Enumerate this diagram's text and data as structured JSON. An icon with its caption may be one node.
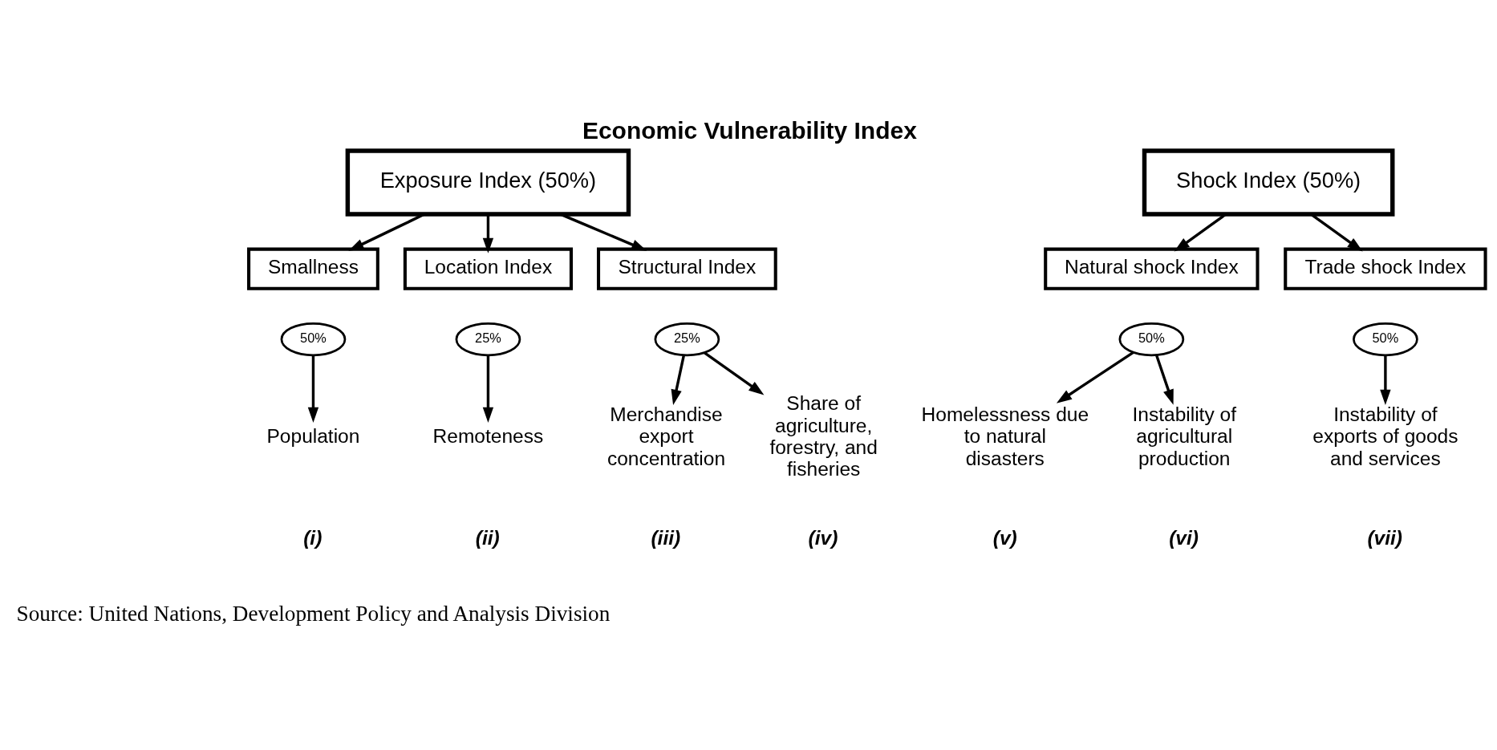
{
  "diagram": {
    "title": "Economic Vulnerability Index",
    "caption": "Source: United Nations, Development Policy and Analysis Division",
    "nodes": [
      {
        "text": [
          "Exposure Index (50%)"
        ]
      },
      {
        "text": [
          "Shock Index (50%)"
        ]
      },
      {
        "text": [
          "Smallness"
        ]
      },
      {
        "text": [
          "Location Index"
        ]
      },
      {
        "text": [
          "Structural Index"
        ]
      },
      {
        "text": [
          "Natural shock Index"
        ]
      },
      {
        "text": [
          "Trade shock Index"
        ]
      },
      {
        "text": [
          "50%"
        ]
      },
      {
        "text": [
          "Population"
        ]
      },
      {
        "text": [
          "25%"
        ]
      },
      {
        "text": [
          "Remoteness"
        ]
      },
      {
        "text": [
          "25%"
        ]
      },
      {
        "text": [
          "Merchandise export concentration"
        ]
      },
      {
        "text": [
          "Share of agriculture, forestry, and fisheries"
        ]
      },
      {
        "text": [
          "50%"
        ]
      },
      {
        "text": [
          "Homelessness due to natural disasters"
        ]
      },
      {
        "text": [
          "Instability of agricultural production"
        ]
      },
      {
        "text": [
          "50%"
        ]
      },
      {
        "text": [
          "Instability of exports of goods and services"
        ]
      }
    ],
    "edges": [
      {
        "from": 0,
        "to": 2,
        "arrow": "to"
      },
      {
        "from": 0,
        "to": 3,
        "arrow": "to"
      },
      {
        "from": 0,
        "to": 4,
        "arrow": "to"
      },
      {
        "from": 1,
        "to": 5,
        "arrow": "to"
      },
      {
        "from": 1,
        "to": 6,
        "arrow": "to"
      },
      {
        "from": 7,
        "to": 8,
        "arrow": "to"
      },
      {
        "from": 9,
        "to": 10,
        "arrow": "to"
      },
      {
        "from": 11,
        "to": 12,
        "arrow": "to"
      },
      {
        "from": 11,
        "to": 13,
        "arrow": "to"
      },
      {
        "from": 14,
        "to": 15,
        "arrow": "to"
      },
      {
        "from": 14,
        "to": 16,
        "arrow": "to"
      },
      {
        "from": 17,
        "to": 18,
        "arrow": "to"
      }
    ],
    "labels": [
      "(i)",
      "(ii)",
      "(iii)",
      "(iv)",
      "(v)",
      "(vi)",
      "(vii)"
    ]
  }
}
